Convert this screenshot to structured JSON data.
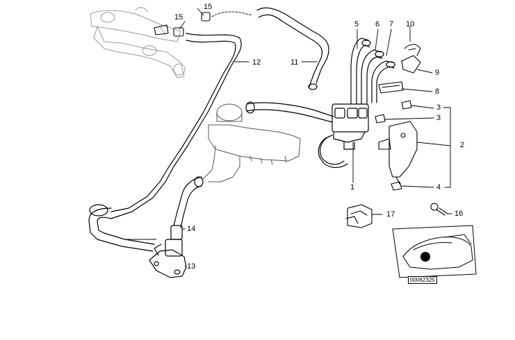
{
  "callouts": {
    "c1": "1",
    "c2": "2",
    "c3a": "3",
    "c3b": "3",
    "c4": "4",
    "c5": "5",
    "c6": "6",
    "c7": "7",
    "c8": "8",
    "c9": "9",
    "c10": "10",
    "c11": "11",
    "c12": "12",
    "c13": "13",
    "c14": "14",
    "c15a": "15",
    "c15b": "15",
    "c16": "16",
    "c17": "17"
  },
  "reference_code": "00062325",
  "colors": {
    "line": "#000000",
    "hose_fill": "#ffffff",
    "location_dot": "#000000"
  }
}
